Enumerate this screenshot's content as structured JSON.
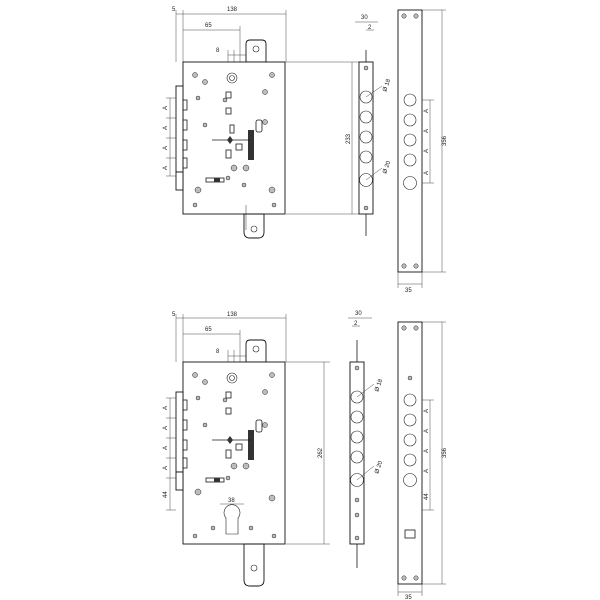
{
  "top": {
    "dim_5": "5",
    "dim_138": "138",
    "dim_65": "65",
    "dim_8": "8",
    "dim_233": "233",
    "dim_A": "A",
    "side_dim_30": "30",
    "side_dim_2": "2",
    "side_dia_18": "Ø 18",
    "side_dia_20": "Ø 20",
    "strike_dim_356": "356",
    "strike_dim_35": "35"
  },
  "bottom": {
    "dim_5": "5",
    "dim_138": "138",
    "dim_65": "65",
    "dim_8": "8",
    "dim_262": "262",
    "dim_A": "A",
    "dim_44": "44",
    "dim_38": "38",
    "side_dim_30": "30",
    "side_dim_2": "2",
    "side_dia_18": "Ø 18",
    "side_dia_20": "Ø 20",
    "strike_dim_356": "356",
    "strike_dim_35": "35"
  }
}
